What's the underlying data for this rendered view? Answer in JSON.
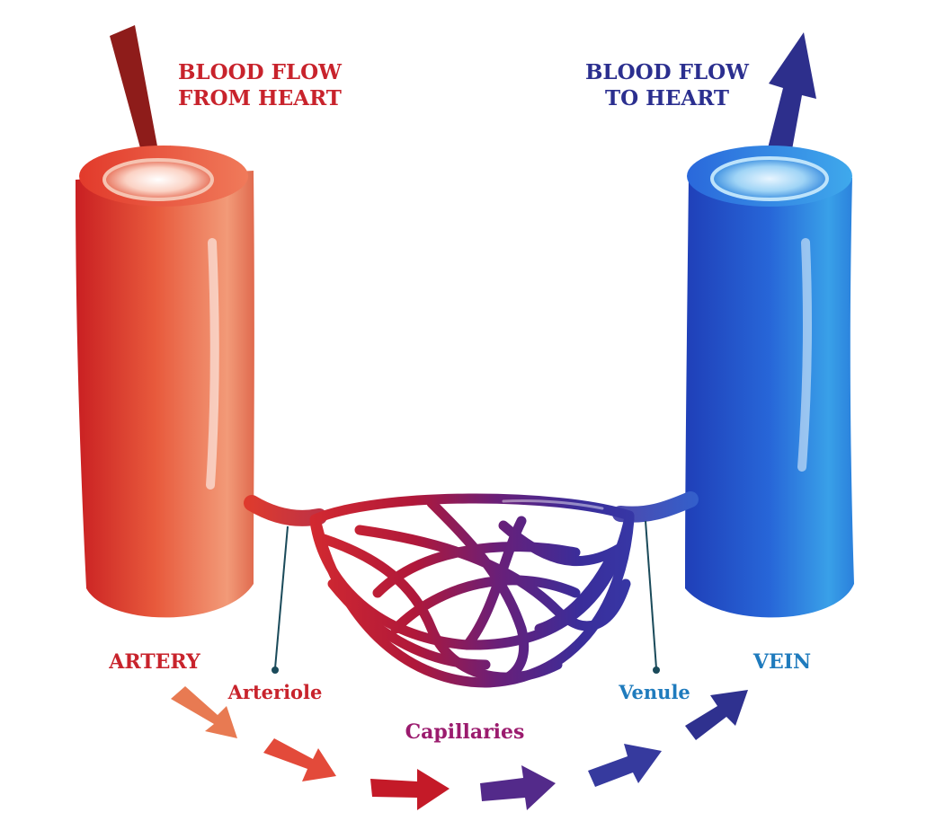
{
  "labels": {
    "flow_in": [
      "BLOOD FLOW",
      "FROM HEART"
    ],
    "flow_out": [
      "BLOOD FLOW",
      "TO HEART"
    ],
    "artery": "ARTERY",
    "arteriole": "Arteriole",
    "capillaries": "Capillaries",
    "venule": "Venule",
    "vein": "VEIN"
  },
  "colors": {
    "artery_label": "#c8232c",
    "arteriole_label": "#c8232c",
    "capillaries_label": "#9b1b6e",
    "venule_label": "#1f7bbd",
    "vein_label": "#1f7bbd",
    "flow_in_label": "#c8232c",
    "flow_out_label": "#2b2f8f",
    "flow_in_arrow": "#8a1a1a",
    "flow_out_arrow": "#2d2f8c",
    "artery_tube": "#e0452f",
    "vein_tube": "#2b6fd6"
  },
  "icons": {
    "flow_in_arrow": "arrow-down-icon",
    "flow_out_arrow": "arrow-up-icon",
    "flow_direction_arrows": "arrow-right-icon"
  }
}
